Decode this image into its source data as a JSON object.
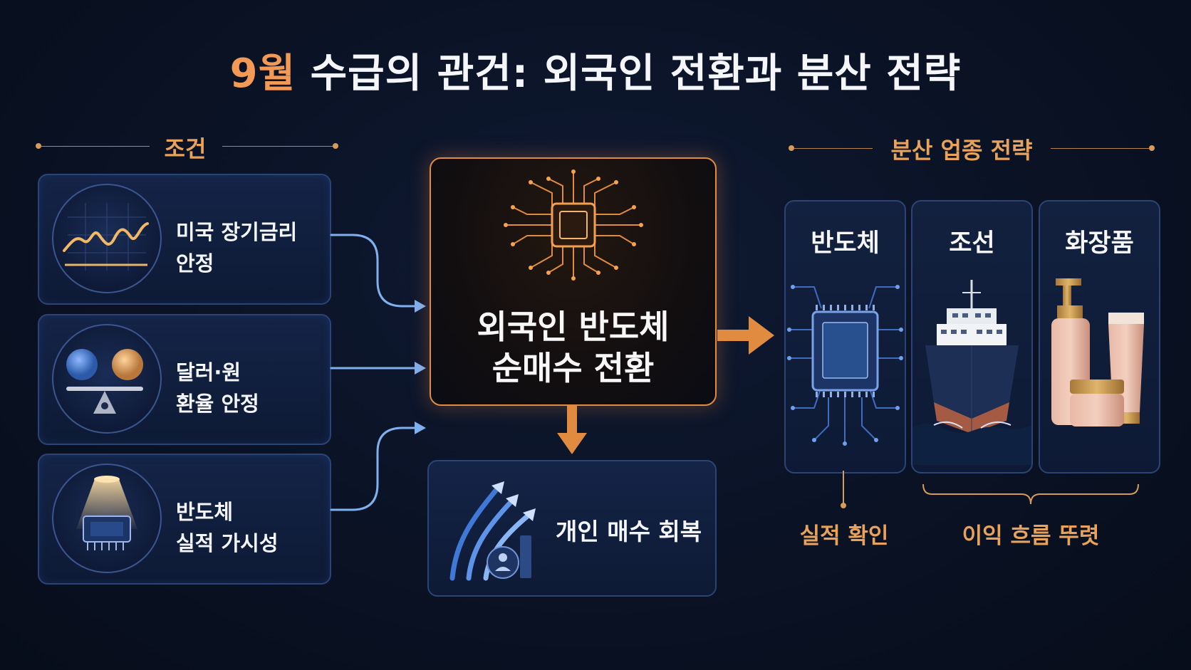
{
  "title": {
    "accent": "9월",
    "main": " 수급의 관건: 외국인 전환과 분산 전략"
  },
  "left_section": {
    "heading": "조건",
    "conditions": [
      {
        "icon": "rate-chart-icon",
        "line1": "미국 장기금리",
        "line2": "안정"
      },
      {
        "icon": "currency-balance-icon",
        "line1": "달러·원",
        "line2": "환율 안정"
      },
      {
        "icon": "chip-spotlight-icon",
        "line1": "반도체",
        "line2": "실적 가시성"
      }
    ]
  },
  "center": {
    "icon": "chip-circuit-icon",
    "line1": "외국인 반도체",
    "line2": "순매수 전환",
    "result": {
      "icon": "rising-arrows-person-icon",
      "label": "개인 매수 회복"
    }
  },
  "right_section": {
    "heading": "분산 업종 전략",
    "sectors": [
      {
        "name": "반도체",
        "icon": "semiconductor-chip-icon"
      },
      {
        "name": "조선",
        "icon": "cargo-ship-icon"
      },
      {
        "name": "화장품",
        "icon": "cosmetics-bottles-icon"
      }
    ],
    "notes": {
      "semiconductor": "실적 확인",
      "others": "이익 흐름 뚜렷"
    }
  },
  "colors": {
    "accent_orange": "#f29a55",
    "heading_gold": "#e8a25a",
    "card_border": "#2b4475",
    "arrow_blue": "#7fb0f0",
    "background": "#0a1224"
  }
}
